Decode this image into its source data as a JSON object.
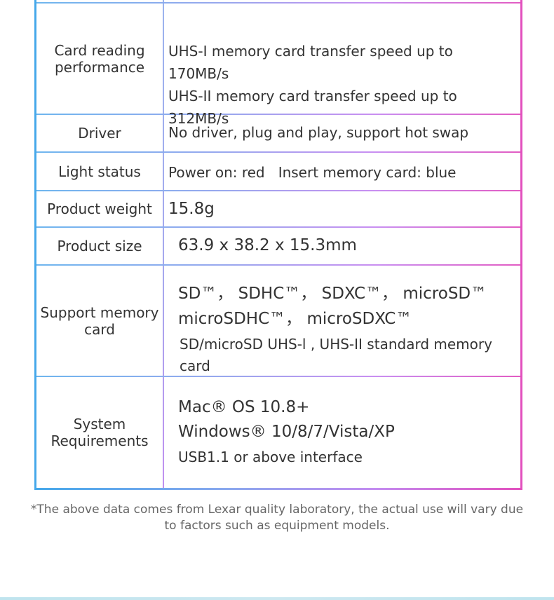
{
  "specs": [
    {
      "label": "Card reading performance",
      "lines": [
        "UHS-I memory card transfer speed up to 170MB/s",
        "UHS-II memory card transfer speed up to 312MB/s"
      ]
    },
    {
      "label": "Driver",
      "lines": [
        "No driver, plug and play, support hot swap"
      ]
    },
    {
      "label": "Light status",
      "lines": [
        "Power on: red   Insert memory card: blue"
      ]
    },
    {
      "label": "Product weight",
      "lines": [
        "15.8g"
      ]
    },
    {
      "label": "Product size",
      "lines": [
        "63.9 x 38.2 x 15.3mm"
      ]
    },
    {
      "label": "Support memory card",
      "lines": [
        "SD™， SDHC™， SDXC™， microSD™",
        "microSDHC™， microSDXC™",
        "SD/microSD UHS-l , UHS-II standard memory card"
      ]
    },
    {
      "label": "System Requirements",
      "lines": [
        "Mac® OS 10.8+",
        "Windows® 10/8/7/Vista/XP",
        "USB1.1 or above interface"
      ]
    }
  ],
  "footnote": "*The above data comes from Lexar quality laboratory, the actual use will vary due to factors such as equipment models."
}
